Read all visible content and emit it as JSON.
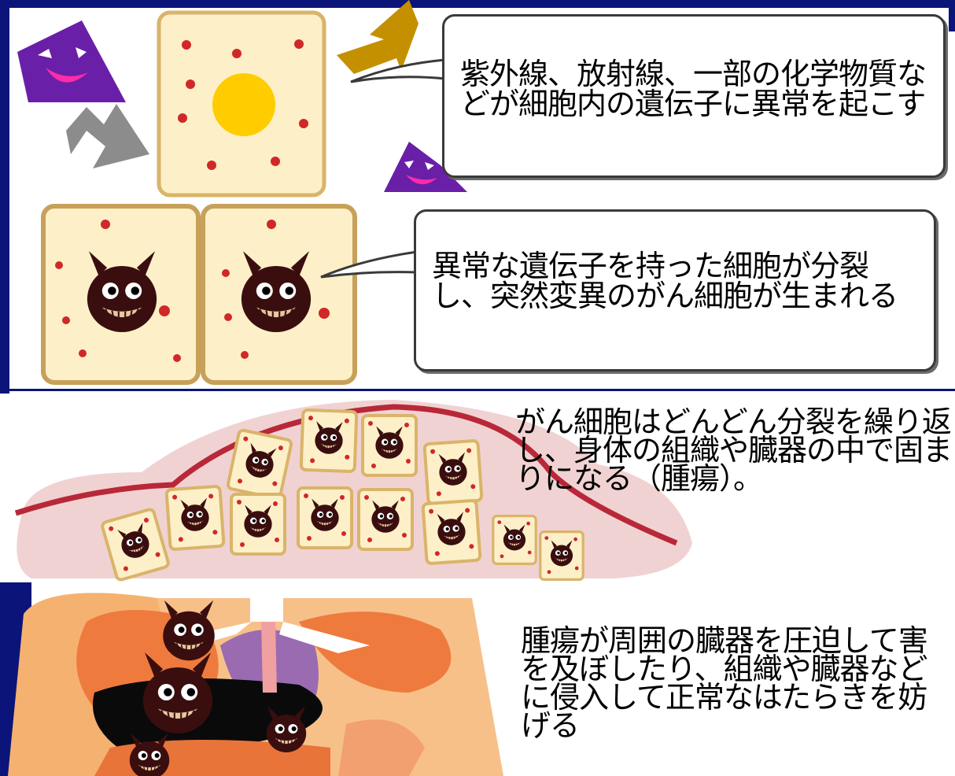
{
  "steps": [
    {
      "text": "紫外線、放射線、一部の化学物質などが細胞内の遺伝子に異常を起こす"
    },
    {
      "text": "異常な遺伝子を持った細胞が分裂し、突然変異のがん細胞が生まれる"
    },
    {
      "text": "がん細胞はどんどん分裂を繰り返し、身体の組織や臓器の中で固まりになる（腫瘍）。"
    },
    {
      "text": "腫瘍が周囲の臓器を圧迫して害を及ぼしたり、組織や臓器などに侵入して正常なはたらきを妨げる"
    }
  ],
  "colors": {
    "frame": "#0b1478",
    "cell_fill": "#fdf0c8",
    "cell_border": "#d9b46a",
    "nucleus": "#ffcc00",
    "dot": "#d02828",
    "carcinogen": "#6a1fa8",
    "cancer_cell": "#3a0e0e",
    "vessel": "#b82838",
    "tissue": "#f1d2d2",
    "organ_orange": "#f07a45",
    "organ_dark": "#0a0a0a"
  },
  "icons": [
    "carcinogen-monster-icon",
    "cancer-cell-monster-icon",
    "arrow-icon",
    "speech-callout"
  ]
}
